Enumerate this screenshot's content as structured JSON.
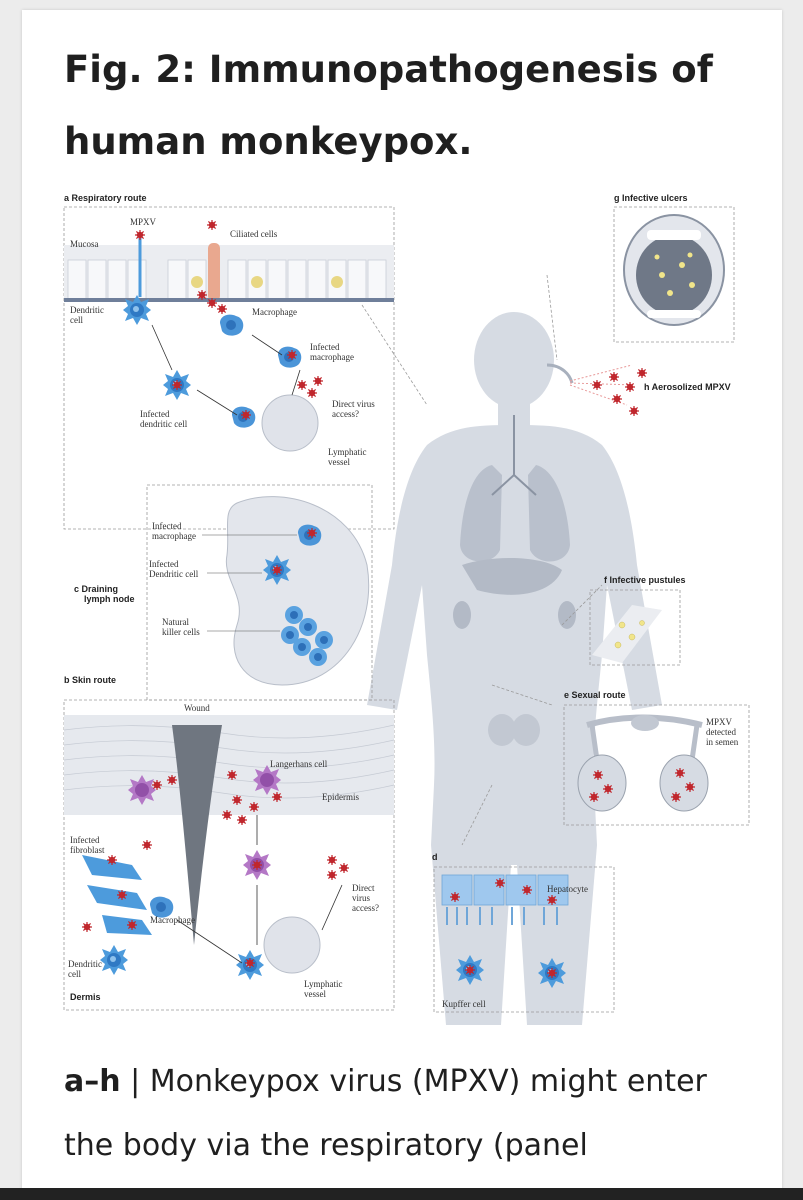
{
  "figure": {
    "title": "Fig. 2: Immunopathogenesis of human monkeypox.",
    "panels": {
      "a": {
        "letter": "a",
        "title": "Respiratory route",
        "labels": {
          "mucosa": "Mucosa",
          "mpxv": "MPXV",
          "ciliated": "Ciliated cells",
          "dendritic_1": "Dendritic",
          "dendritic_2": "cell",
          "macrophage": "Macrophage",
          "infected_mac_1": "Infected",
          "infected_mac_2": "macrophage",
          "direct_1": "Direct virus",
          "direct_2": "access?",
          "inf_dc_1": "Infected",
          "inf_dc_2": "dendritic cell",
          "lymph_1": "Lymphatic",
          "lymph_2": "vessel"
        }
      },
      "b": {
        "letter": "b",
        "title": "Skin route",
        "labels": {
          "wound": "Wound",
          "langerhans": "Langerhans cell",
          "epidermis": "Epidermis",
          "inf_fib_1": "Infected",
          "inf_fib_2": "fibroblast",
          "direct_1": "Direct",
          "direct_2": "virus",
          "direct_3": "access?",
          "macrophage": "Macrophage",
          "dendritic_1": "Dendritic",
          "dendritic_2": "cell",
          "dermis": "Dermis",
          "lymph_1": "Lymphatic",
          "lymph_2": "vessel"
        }
      },
      "c": {
        "letter": "c",
        "title_1": "Draining",
        "title_2": "lymph node",
        "labels": {
          "inf_mac_1": "Infected",
          "inf_mac_2": "macrophage",
          "inf_dc_1": "Infected",
          "inf_dc_2": "Dendritic cell",
          "nk_1": "Natural",
          "nk_2": "killer cells"
        }
      },
      "d": {
        "letter": "d",
        "labels": {
          "hepatocyte": "Hepatocyte",
          "kupffer": "Kupffer cell"
        }
      },
      "e": {
        "letter": "e",
        "title": "Sexual route",
        "labels": {
          "semen_1": "MPXV",
          "semen_2": "detected",
          "semen_3": "in semen"
        }
      },
      "f": {
        "letter": "f",
        "title": "Infective pustules"
      },
      "g": {
        "letter": "g",
        "title": "Infective ulcers"
      },
      "h": {
        "letter": "h",
        "title": "Aerosolized MPXV"
      }
    },
    "colors": {
      "virus": "#c0272d",
      "cell_blue": "#3f8fd6",
      "cell_purple": "#a15fb5",
      "body": "#d6dbe3"
    }
  },
  "caption": {
    "lead": "a–h",
    "separator": " | ",
    "text": "Monkeypox virus (MPXV) might enter the body via the respiratory (panel"
  }
}
